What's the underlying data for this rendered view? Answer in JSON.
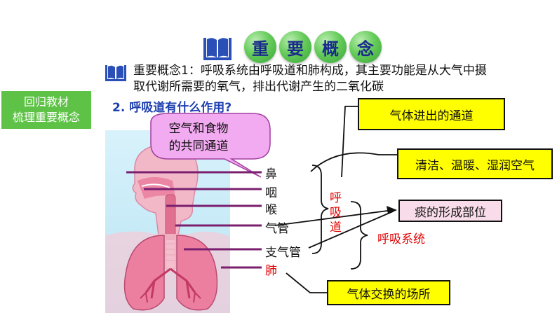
{
  "header": {
    "title_chars": [
      "重",
      "要",
      "概",
      "念"
    ],
    "concept_line1": "重要概念1：呼吸系统由呼吸道和肺构成，其主要功能是从大气中摄",
    "concept_line2": "取代谢所需要的氧气，排出代谢产生的二氧化碳"
  },
  "side_label": {
    "line1": "回归教材",
    "line2": "梳理重要概念"
  },
  "question": "2. 呼吸道有什么作用?",
  "speech_bubble": {
    "line1": "空气和食物",
    "line2": "的共同通道"
  },
  "organs": {
    "nose": "鼻",
    "pharynx": "咽",
    "larynx": "喉",
    "trachea": "气管",
    "bronchi": "支气管",
    "lungs": "肺"
  },
  "group_labels": {
    "respiratory_tract": "呼吸道",
    "respiratory_system": "呼吸系统"
  },
  "boxes": {
    "gas_passage": "气体进出的通道",
    "clean_warm_moist": "清洁、温暖、湿润空气",
    "phlegm_site": "痰的形成部位",
    "gas_exchange": "气体交换的场所"
  },
  "colors": {
    "accent_green": "#5ec246",
    "box_yellow": "#ffff00",
    "box_pink": "#f9dce9",
    "label_red": "#e00000",
    "pointer_purple": "#7a1f6e",
    "question_blue": "#1d3fb0"
  }
}
